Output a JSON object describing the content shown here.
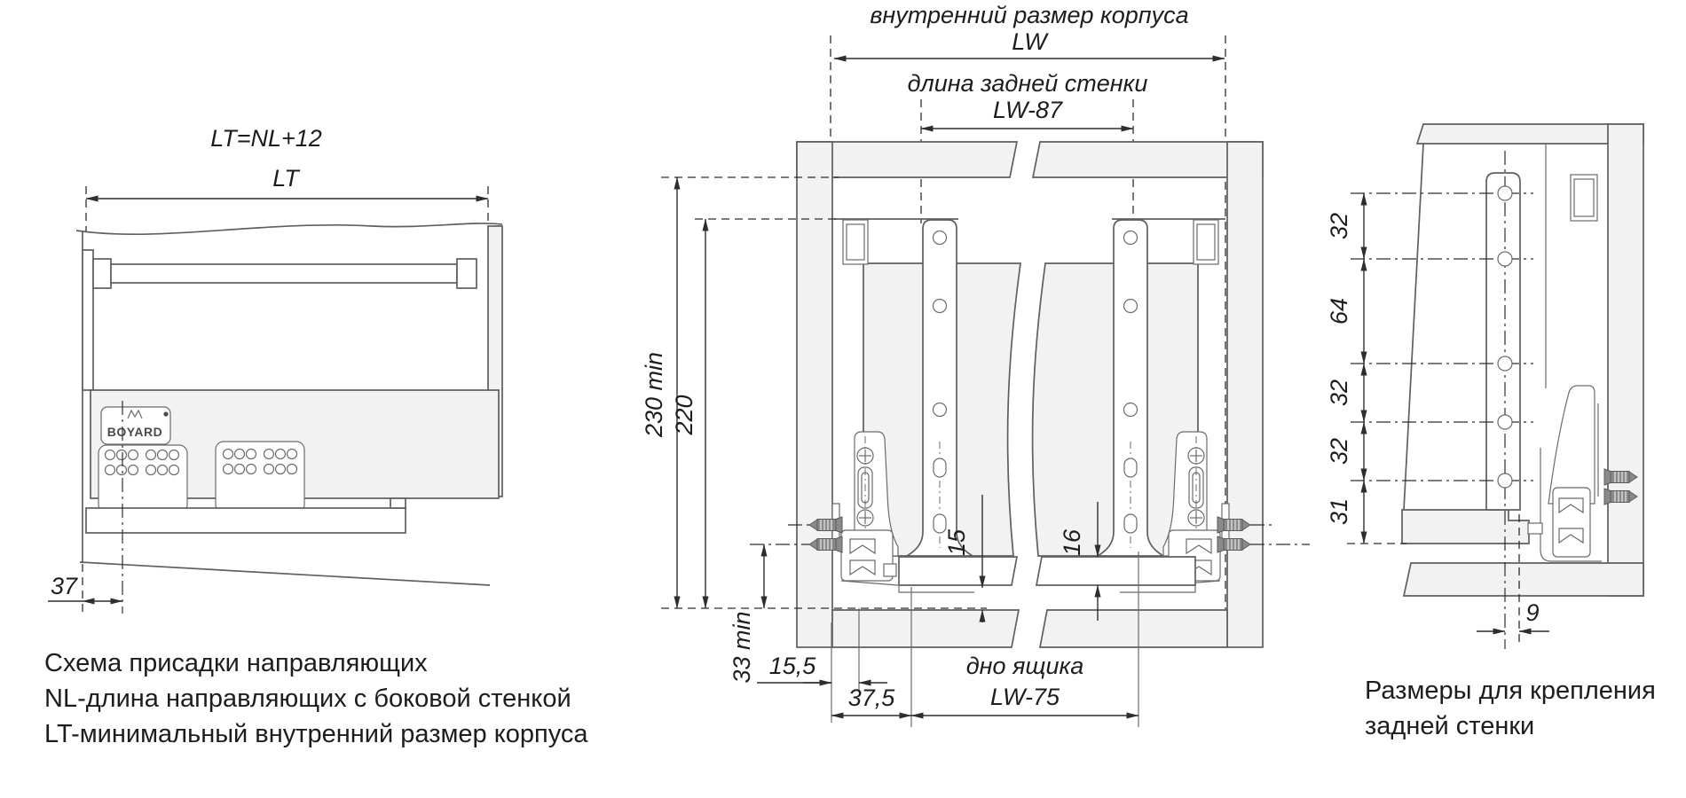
{
  "colors": {
    "line": "#5f5f5f",
    "dimension": "#2e2e2e",
    "panel_fill": "#f2f2f2",
    "text": "#1d1d1d"
  },
  "left": {
    "formula": "LT=NL+12",
    "dim_lt": "LT",
    "dim_37": "37",
    "logo": "BOYARD",
    "captions": [
      "Схема присадки направляющих",
      "NL-длина направляющих с боковой стенкой",
      "LT-минимальный внутренний размер корпуса"
    ]
  },
  "center": {
    "lw_title": "внутренний размер корпуса",
    "lw": "LW",
    "back_title": "длина задней стенки",
    "back": "LW-87",
    "dim_230": "230 min",
    "dim_220": "220",
    "dim_33": "33 min",
    "dim_155": "15,5",
    "dim_375": "37,5",
    "dim_15": "15",
    "dim_16": "16",
    "bottom_title": "дно ящика",
    "bottom": "LW-75"
  },
  "right": {
    "dims": [
      "32",
      "64",
      "32",
      "32",
      "31"
    ],
    "dim_9": "9",
    "captions": [
      "Размеры для крепления",
      "задней стенки"
    ]
  }
}
